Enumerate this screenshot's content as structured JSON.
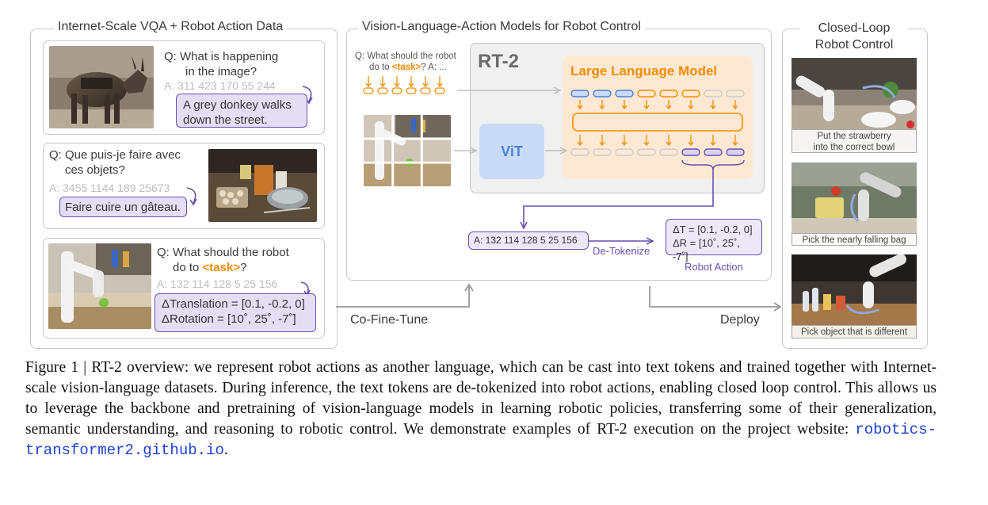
{
  "left_section": {
    "title": "Internet-Scale VQA + Robot Action Data",
    "example1": {
      "question_line1": "Q: What is happening",
      "question_line2": "in the image?",
      "tokens": "A: 311 423 170 55 244",
      "answer_line1": "A grey donkey walks",
      "answer_line2": "down the street."
    },
    "example2": {
      "question_line1": "Q: Que puis-je faire avec",
      "question_line2": "ces objets?",
      "tokens": "A: 3455 1144 189 25673",
      "answer": "Faire cuire un gâteau."
    },
    "example3": {
      "question_line1": "Q: What should the robot",
      "question_prefix": "do to ",
      "task": "<task>",
      "question_suffix": "?",
      "tokens": "A: 132 114 128 5 25 156",
      "action_line1": "ΔTranslation = [0.1, -0.2, 0]",
      "action_line2": "ΔRotation = [10˚, 25˚, -7˚]"
    }
  },
  "middle_section": {
    "title": "Vision-Language-Action Models for Robot Control",
    "prompt_line1": "Q: What should the robot",
    "prompt_prefix": "do to ",
    "prompt_task": "<task>",
    "prompt_suffix": "? A: ...",
    "model_name": "RT-2",
    "llm_label": "Large Language Model",
    "vit_label": "ViT",
    "output_tokens": "A: 132 114 128 5 25 156",
    "detokenize_label": "De-Tokenize",
    "action_line1": "ΔT = [0.1, -0.2, 0]",
    "action_line2": "ΔR = [10˚, 25˚, -7˚]",
    "robot_action_label": "Robot Action"
  },
  "right_section": {
    "title_line1": "Closed-Loop",
    "title_line2": "Robot Control",
    "examples": [
      {
        "caption_line1": "Put the strawberry",
        "caption_line2": "into the correct bowl"
      },
      {
        "caption_line1": "Pick the nearly falling bag",
        "caption_line2": ""
      },
      {
        "caption_line1": "Pick object that is different",
        "caption_line2": ""
      }
    ]
  },
  "bottom_labels": {
    "co_fine_tune": "Co-Fine-Tune",
    "deploy": "Deploy"
  },
  "caption": {
    "text": "Figure 1 | RT-2 overview: we represent robot actions as another language, which can be cast into text tokens and trained together with Internet-scale vision-language datasets. During inference, the text tokens are de-tokenized into robot actions, enabling closed loop control.  This allows us to leverage the backbone and pretraining of vision-language models in learning robotic policies, transferring some of their generalization, semantic understanding, and reasoning to robotic control. We demonstrate examples of RT-2 execution on the project website: ",
    "url": "robotics-transformer2.github.io",
    "end": "."
  },
  "colors": {
    "purple": "#6a4fb0",
    "purple_fill": "#e4def5",
    "orange": "#f28c00",
    "llm_fill": "#fde9d3",
    "vit_fill": "#c9dbf7",
    "link_blue": "#1a3fd6"
  }
}
